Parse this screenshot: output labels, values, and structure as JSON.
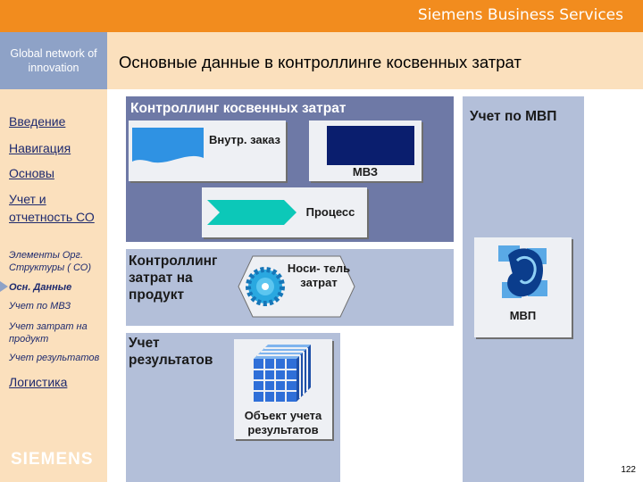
{
  "header": {
    "brand": "Siemens Business Services",
    "tagline": "Global network of innovation",
    "title": "Основные данные в контроллинге косвенных затрат"
  },
  "sidebar": {
    "items": [
      "Введение",
      "Навигация",
      "Основы",
      "Учет и отчетность СО"
    ],
    "subitems": [
      "Элементы Орг. Структуры ( СО)",
      "Осн. Данные",
      "Учет по МВЗ",
      "Учет затрат на продукт",
      "Учет результатов"
    ],
    "last_item": "Логистика",
    "logo": "SIEMENS"
  },
  "diagram": {
    "overhead_heading": "Контроллинг косвенных затрат",
    "internal_order": "Внутр. заказ",
    "cost_center": "МВЗ",
    "process": "Процесс",
    "product_heading": "Контроллинг затрат на продукт",
    "cost_object": "Носи- тель затрат",
    "results_heading": "Учет результатов",
    "results_object": "Объект учета результатов",
    "pc_heading": "Учет по МВП",
    "pc_label": "МВП"
  },
  "footer": {
    "page_number": "122"
  },
  "colors": {
    "orange": "#f28c1e",
    "cream": "#fbe0bd",
    "slate": "#6e79a6",
    "light_blue": "#b3bfd9",
    "navy": "#0a1e6e",
    "teal": "#0cc8b8"
  }
}
